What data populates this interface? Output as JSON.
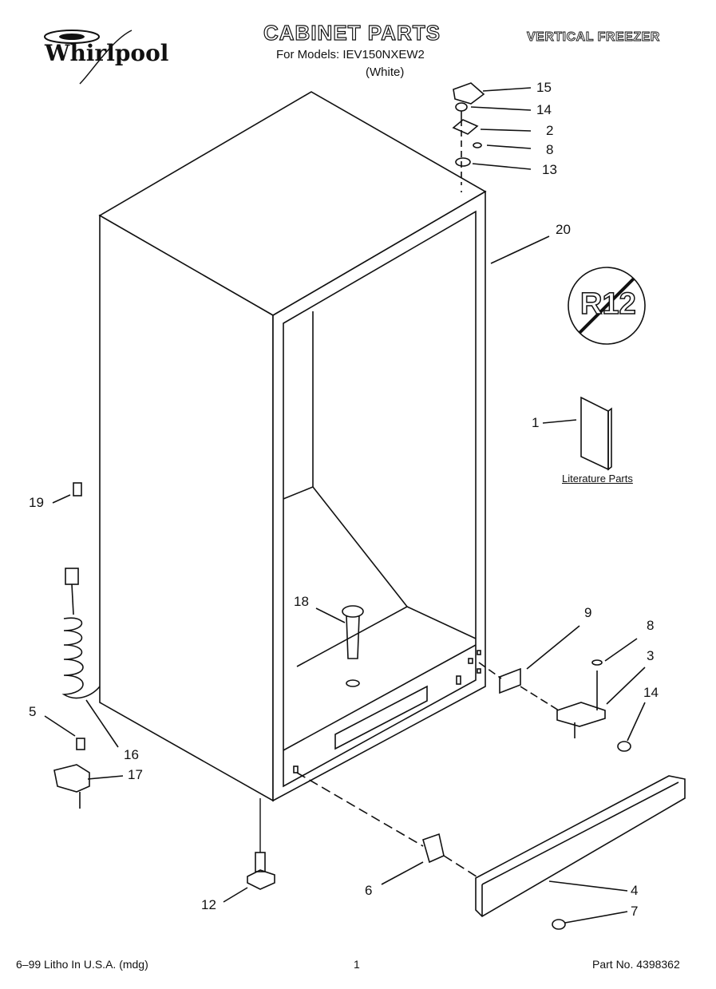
{
  "header": {
    "brand": "Whirlpool",
    "title": "CABINET PARTS",
    "models_line": "For Models: IEV150NXEW2",
    "color_line": "(White)",
    "product_type": "VERTICAL FREEZER"
  },
  "literature_label": "Literature Parts",
  "no_refrigerant_symbol_text": "R12",
  "callouts": [
    "15",
    "14",
    "2",
    "8",
    "13",
    "20",
    "1",
    "19",
    "18",
    "9",
    "8",
    "3",
    "14",
    "5",
    "16",
    "17",
    "6",
    "4",
    "7",
    "12"
  ],
  "footer": {
    "left": "6–99 Litho In U.S.A. (mdg)",
    "page": "1",
    "part_no": "Part No. 4398362"
  }
}
